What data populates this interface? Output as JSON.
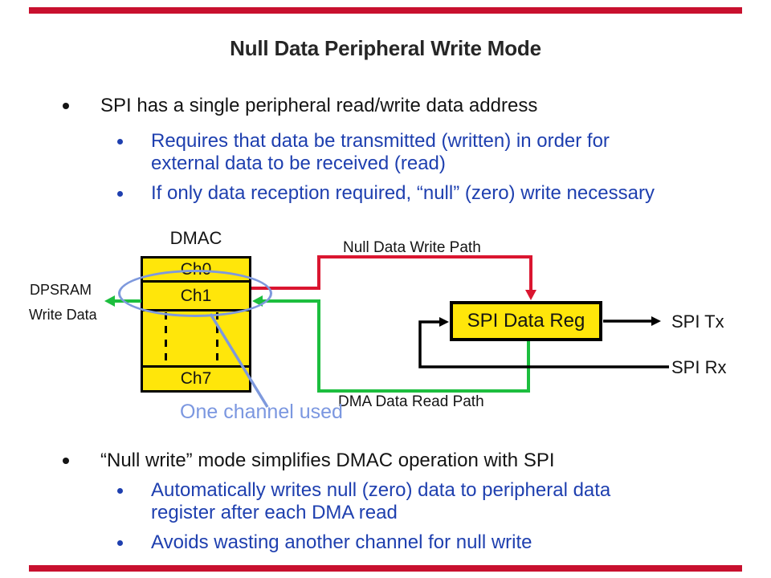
{
  "title": "Null Data Peripheral Write Mode",
  "bullets_top": [
    {
      "level": 1,
      "text": "SPI has a single peripheral read/write data address"
    },
    {
      "level": 2,
      "text": "Requires that data be transmitted (written) in order for external data to be received (read)"
    },
    {
      "level": 2,
      "text": "If only data reception required, “null” (zero) write necessary"
    }
  ],
  "bullets_bottom": [
    {
      "level": 1,
      "text": "“Null write” mode simplifies DMAC operation with SPI"
    },
    {
      "level": 2,
      "text": "Automatically writes null (zero) data to peripheral data register after each DMA read"
    },
    {
      "level": 2,
      "text": "Avoids wasting another channel for null write"
    }
  ],
  "diagram": {
    "dmac_label": "DMAC",
    "channels": [
      "Ch0",
      "Ch1",
      "Ch7"
    ],
    "dpsram_line1": "DPSRAM",
    "dpsram_line2": "Write Data",
    "write_path_label": "Null Data Write Path",
    "read_path_label": "DMA Data Read Path",
    "spi_reg_label": "SPI Data Reg",
    "spi_tx_label": "SPI Tx",
    "spi_rx_label": "SPI Rx",
    "callout_label": "One channel used"
  },
  "colors": {
    "border_bar_red": "#c8102e",
    "write_path_red": "#da1630",
    "read_path_green": "#1cbe3e",
    "box_yellow": "#ffe60a",
    "callout_blue": "#7e99dd",
    "body_blue_text": "#1e3faf",
    "body_black_text": "#141414"
  }
}
